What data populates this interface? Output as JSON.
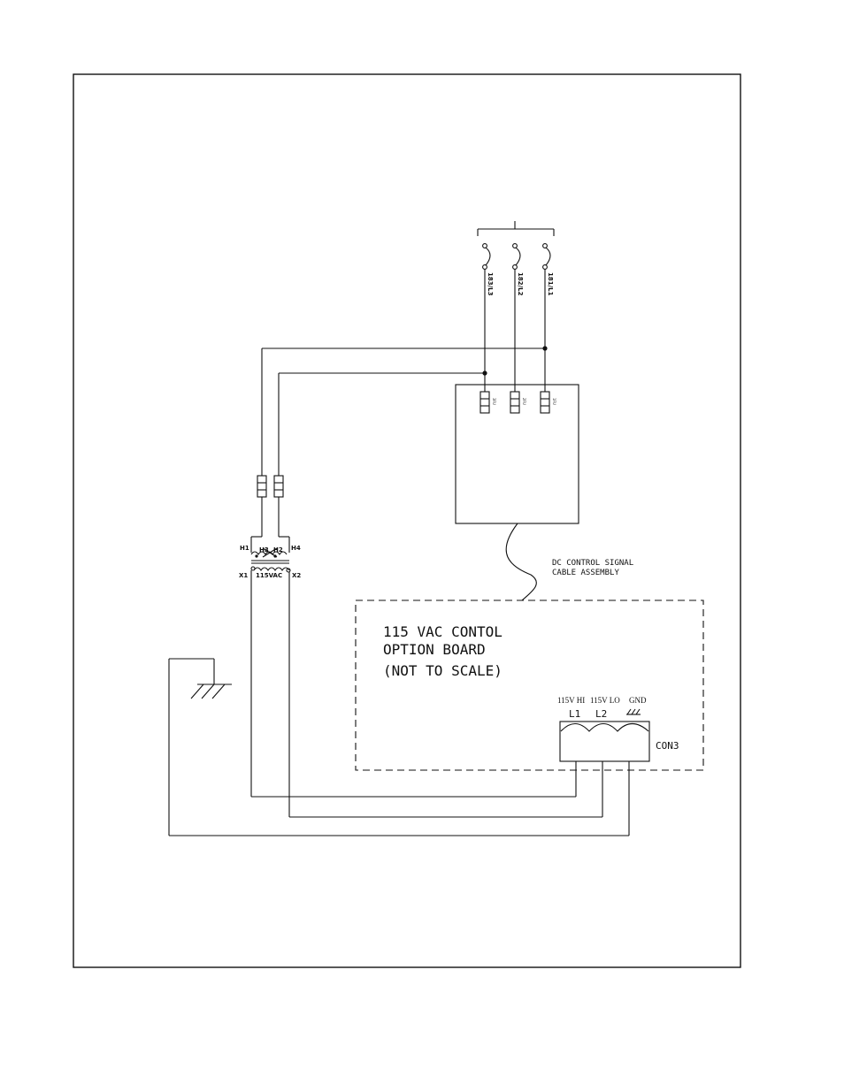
{
  "fuse_terminals": [
    {
      "wire_label": "183/L3",
      "fuse_label": "3FU"
    },
    {
      "wire_label": "182/L2",
      "fuse_label": "2FU"
    },
    {
      "wire_label": "181/L1",
      "fuse_label": "1FU"
    }
  ],
  "transformer": {
    "h1": "H1",
    "h2": "H2",
    "h3": "H3",
    "h4": "H4",
    "x1": "X1",
    "x2": "X2",
    "secondary_voltage": "115VAC"
  },
  "cable": {
    "line1": "DC CONTROL SIGNAL",
    "line2": "CABLE ASSEMBLY"
  },
  "option_board": {
    "title_line1": "115 VAC CONTOL",
    "title_line2": "OPTION BOARD",
    "title_line3": "(NOT TO SCALE)"
  },
  "connector": {
    "name": "CON3",
    "pin1_function": "115V HI",
    "pin2_function": "115V LO",
    "pin3_function": "GND",
    "pin1": "L1",
    "pin2": "L2"
  }
}
